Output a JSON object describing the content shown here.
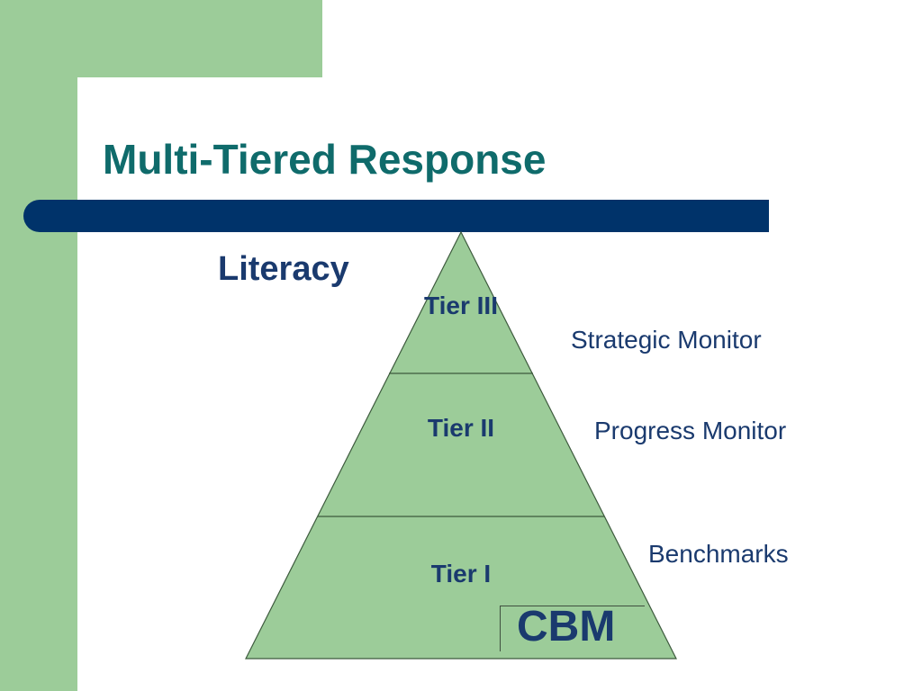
{
  "colors": {
    "background_green": "#9ccc99",
    "title_teal": "#0f6b6b",
    "bar_navy": "#00336a",
    "text_navy": "#1a3a6e",
    "pyramid_fill": "#9ccc99",
    "pyramid_stroke": "#3d5a3d"
  },
  "title": "Multi-Tiered Response",
  "subtitle": "Literacy",
  "tiers": [
    {
      "label": "Tier III",
      "side_label": "Strategic Monitor"
    },
    {
      "label": "Tier II",
      "side_label": "Progress Monitor"
    },
    {
      "label": "Tier I",
      "side_label": "Benchmarks"
    }
  ],
  "footer_box": "CBM"
}
